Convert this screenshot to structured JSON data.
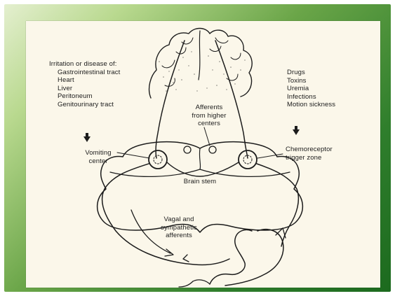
{
  "left_causes": {
    "heading": "Irritation or disease of:",
    "items": [
      "Gastrointestinal tract",
      "Heart",
      "Liver",
      "Peritoneum",
      "Genitourinary tract"
    ]
  },
  "right_causes": {
    "items": [
      "Drugs",
      "Toxins",
      "Uremia",
      "Infections",
      "Motion sickness"
    ]
  },
  "labels": {
    "vomiting_center": [
      "Vomiting",
      "center"
    ],
    "afferents_higher": [
      "Afferents",
      "from higher",
      "centers"
    ],
    "chemoreceptor": [
      "Chemoreceptor",
      "trigger zone"
    ],
    "brain_stem": "Brain stem",
    "vagal": [
      "Vagal and",
      "sympathetic",
      "afferents"
    ]
  },
  "colors": {
    "frame_green_dark": "#1c6a1e",
    "frame_green_light": "#e4efcf",
    "paper": "#fbf7ea",
    "ink": "#1c1c1c"
  },
  "icons": [
    "down-arrow-icon",
    "down-arrow-icon"
  ]
}
